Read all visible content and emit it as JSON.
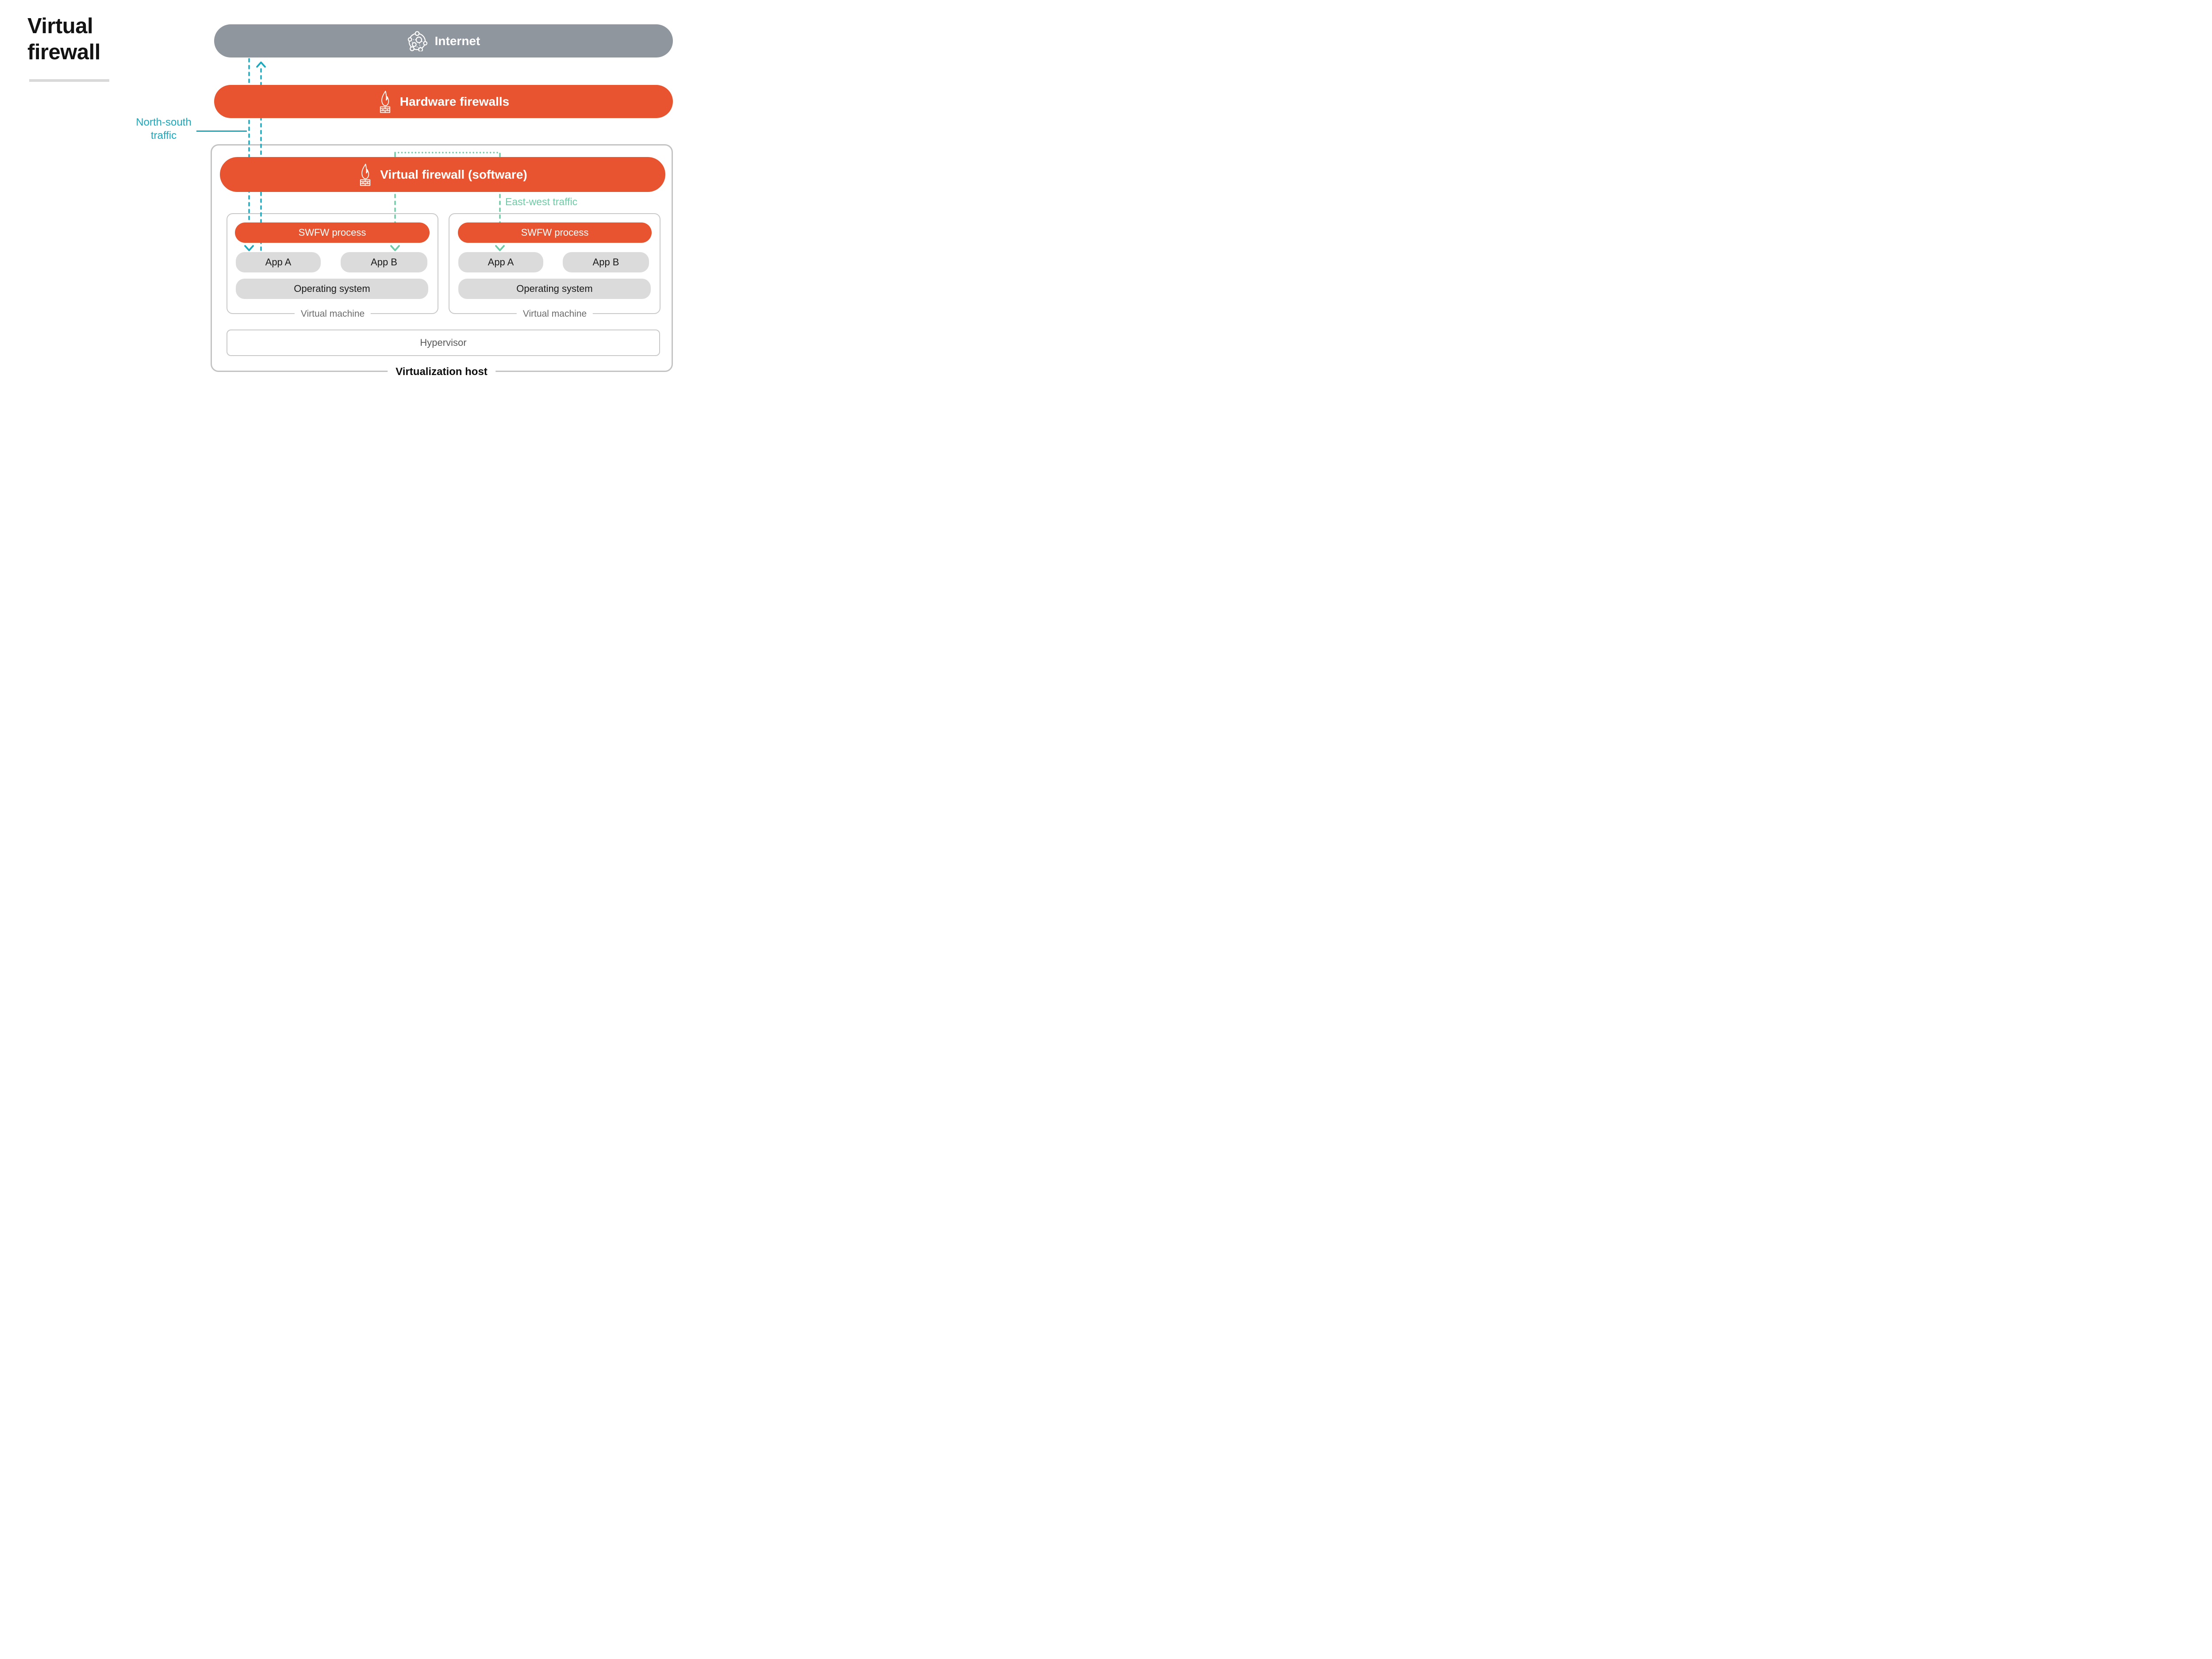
{
  "page": {
    "title_lines": [
      "Virtual",
      "firewall"
    ]
  },
  "nodes": {
    "internet": {
      "label": "Internet",
      "icon": "globe-network-icon"
    },
    "hardware_firewalls": {
      "label": "Hardware firewalls",
      "icon": "firewall-flame-brick-icon"
    },
    "virtual_firewall": {
      "label": "Virtual firewall (software)",
      "icon": "firewall-flame-brick-icon"
    }
  },
  "traffic": {
    "north_south": {
      "label_line1": "North-south",
      "label_line2": "traffic",
      "color": "#1AA9BD",
      "direction": "vertical-dashed-arrows"
    },
    "east_west": {
      "label": "East-west traffic",
      "color": "#6ECBA5",
      "direction": "dotted-path-between-vms"
    }
  },
  "virtualization_host": {
    "label": "Virtualization host",
    "hypervisor_label": "Hypervisor",
    "vms": [
      {
        "swfw_label": "SWFW process",
        "apps": [
          "App A",
          "App B"
        ],
        "os_label": "Operating system",
        "caption": "Virtual machine"
      },
      {
        "swfw_label": "SWFW process",
        "apps": [
          "App A",
          "App B"
        ],
        "os_label": "Operating system",
        "caption": "Virtual machine"
      }
    ]
  },
  "colors": {
    "orange": "#E8542F",
    "internet_gray": "#90969E",
    "teal": "#1AA9BD",
    "mint_green": "#6ECBA5",
    "pill_gray": "#DBDBDB",
    "box_border_gray": "#C6C6C6",
    "title_black": "#131313",
    "caption_gray": "#6B6B6B",
    "hypervisor_text_gray": "#595959"
  }
}
